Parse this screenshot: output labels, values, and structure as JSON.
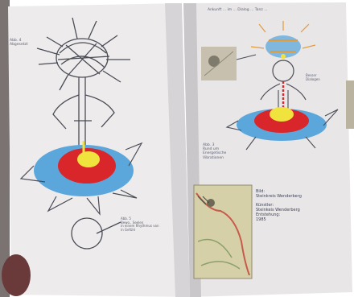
{
  "left_page": {
    "label_top": "Abb. 4\nAbgesetzt",
    "label_bottom": "Abb. 5\nBewo.. Seelen\nin einem Rhythmus von\nin Gefühl"
  },
  "right_page": {
    "header": "Ankunft ... im ... Dialog ... Tanz ...",
    "label_arm": "Besser\nDialogen",
    "label_body": "Abb. 3\nRund um\nEnergetische\nVibrationen",
    "photo_caption": "Bild:\nSteinkreis Wenderberg\n\nKünstler:\nSteinkeis Wenderberg\nEntstehung:\n1985"
  },
  "colors": {
    "paper": "#ece9ea",
    "paper_shadow": "#cfcccf",
    "outer_ring": "#5ba7dc",
    "middle_ring": "#d8262a",
    "center": "#f1e33d",
    "pencil": "#4a4c55"
  }
}
